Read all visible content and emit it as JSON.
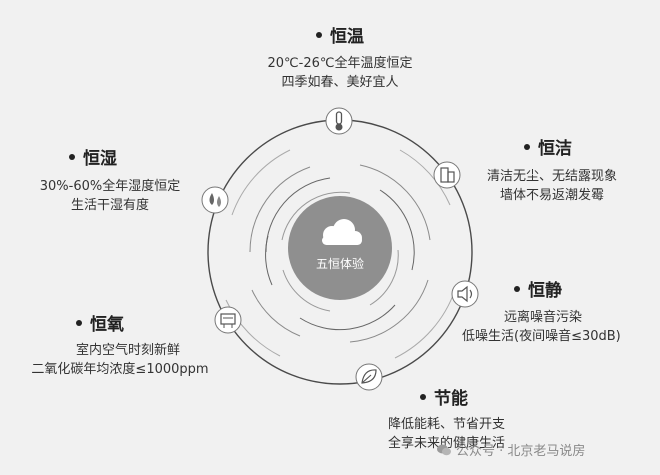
{
  "diagram": {
    "center_label": "五恒体验",
    "features": [
      {
        "key": "wentemp",
        "title": "恒温",
        "lines": [
          "20℃-26℃全年温度恒定",
          "四季如春、美好宜人"
        ],
        "icon": "thermometer-icon"
      },
      {
        "key": "jie",
        "title": "恒洁",
        "lines": [
          "清洁无尘、无结露现象",
          "墙体不易返潮发霉"
        ],
        "icon": "building-icon"
      },
      {
        "key": "jing",
        "title": "恒静",
        "lines": [
          "远离噪音污染",
          "低噪生活(夜间噪音≤30dB)"
        ],
        "icon": "speaker-icon"
      },
      {
        "key": "jieneng",
        "title": "节能",
        "lines": [
          "降低能耗、节省开支",
          "全享未来的健康生活"
        ],
        "icon": "leaf-icon"
      },
      {
        "key": "yang",
        "title": "恒氧",
        "lines": [
          "室内空气时刻新鲜",
          "二氧化碳年均浓度≤1000ppm"
        ],
        "icon": "air-vent-icon"
      },
      {
        "key": "shi",
        "title": "恒湿",
        "lines": [
          "30%-60%全年湿度恒定",
          "生活干湿有度"
        ],
        "icon": "droplets-icon"
      }
    ]
  },
  "watermark": {
    "text": "公众号 · 北京老马说房"
  },
  "colors": {
    "background": "#f1f1f1",
    "ring": "#555555",
    "center_fill": "#8f8f8f",
    "icon_fill": "#ffffff"
  }
}
